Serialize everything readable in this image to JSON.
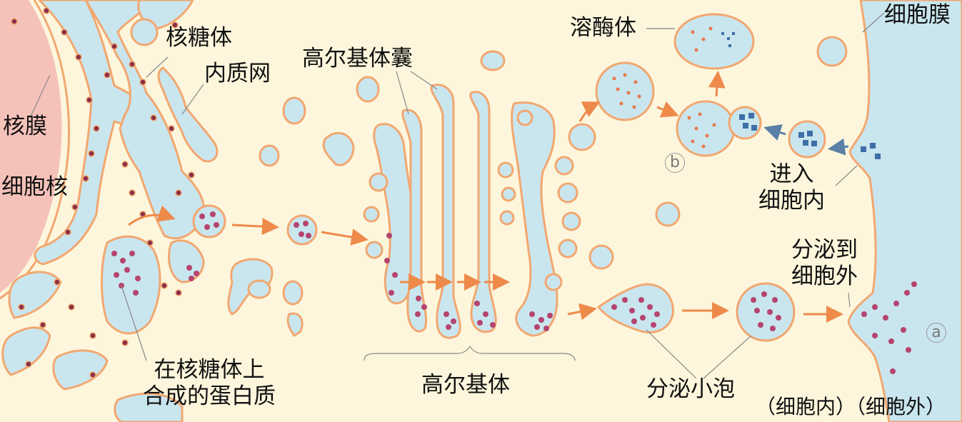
{
  "labels": {
    "ribosome": "核糖体",
    "er": "内质网",
    "nuclear_envelope": "核膜",
    "nucleus": "细胞核",
    "golgi_cisternae": "高尔基体囊",
    "lysosome": "溶酶体",
    "cell_membrane": "细胞膜",
    "enter_cell_1": "进入",
    "enter_cell_2": "细胞内",
    "secrete_out_1": "分泌到",
    "secrete_out_2": "细胞外",
    "protein_synth_1": "在核糖体上",
    "protein_synth_2": "合成的蛋白质",
    "golgi": "高尔基体",
    "secretory_vesicle": "分泌小泡",
    "inside_outside": "（细胞内）（细胞外）",
    "marker_b": "b",
    "marker_a": "a"
  },
  "colors": {
    "background": "#fdf6dc",
    "nucleus": "#f5c2b9",
    "membrane_fill": "#c9e6ef",
    "membrane_edge": "#f2a770",
    "protein": "#b5446e",
    "ribosome": "#8a3048",
    "arrow": "#ee8a4a",
    "particle": "#3f6fa8"
  }
}
